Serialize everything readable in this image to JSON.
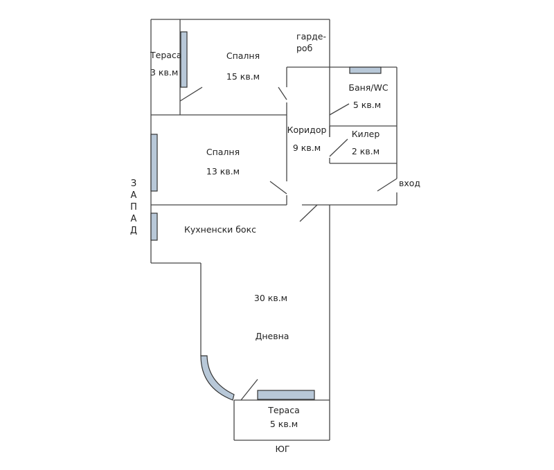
{
  "colors": {
    "wall": "#444444",
    "window_fill": "#b8c8d8",
    "window_stroke": "#333333"
  },
  "rooms": {
    "terrace_west": {
      "name": "Тераса",
      "area": "3 кв.м"
    },
    "bedroom_top": {
      "name": "Спалня",
      "area": "15 кв.м"
    },
    "wardrobe": {
      "line1": "гарде-",
      "line2": "роб"
    },
    "bathroom": {
      "name": "Баня/WC",
      "area": "5 кв.м"
    },
    "corridor": {
      "name": "Коридор",
      "area": "9 кв.м"
    },
    "storage": {
      "name": "Килер",
      "area": "2 кв.м"
    },
    "bedroom_mid": {
      "name": "Спалня",
      "area": "13 кв.м"
    },
    "entrance": {
      "name": "вход"
    },
    "kitchen": {
      "name": "Кухненски бокс"
    },
    "living": {
      "area": "30 кв.м",
      "name": "Дневна"
    },
    "terrace_south": {
      "name": "Тераса",
      "area": "5 кв.м"
    }
  },
  "compass": {
    "west": [
      "З",
      "А",
      "П",
      "А",
      "Д"
    ],
    "south": "ЮГ"
  }
}
